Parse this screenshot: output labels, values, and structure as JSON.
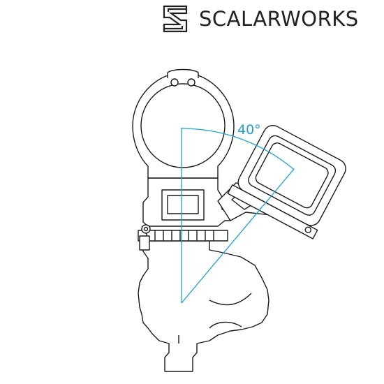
{
  "brand": {
    "name": "SCALARWORKS",
    "logo_icon": "scalarworks-s-logo-icon",
    "text_color": "#222222"
  },
  "diagram": {
    "angle_label": "40°",
    "angle_degrees": 40,
    "angle_color": "#1aa3d9",
    "line_color": "#1a1a1a"
  }
}
